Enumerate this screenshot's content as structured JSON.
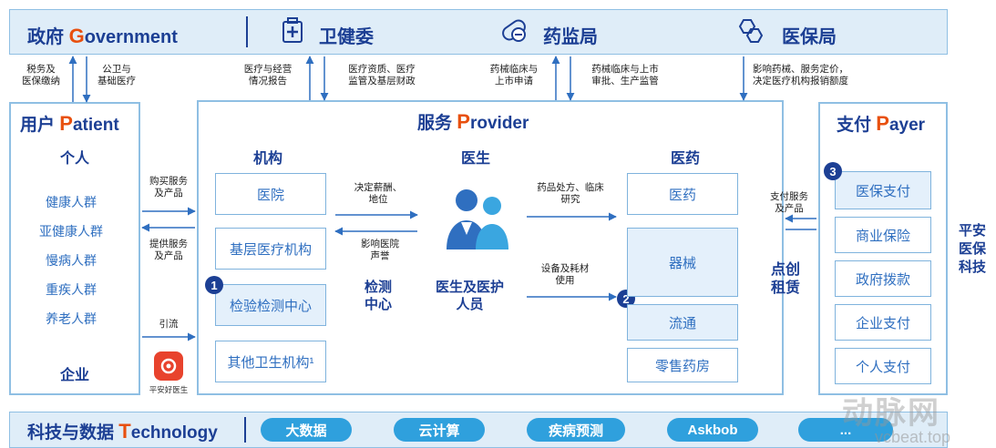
{
  "gov": {
    "title": "政府",
    "title_cap": "G",
    "title_rest": "overnment",
    "agency1": "卫健委",
    "agency2": "药监局",
    "agency3": "医保局"
  },
  "flows_top": {
    "tax": "税务及\n医保缴纳",
    "public_health": "公卫与\n基础医疗",
    "reports": "医疗与经营\n情况报告",
    "qualification": "医疗资质、医疗\n监管及基层财政",
    "drug_trial": "药械临床与\n上市申请",
    "drug_approval": "药械临床与上市\n审批、生产监管",
    "pricing": "影响药械、服务定价，\n决定医疗机构报销额度"
  },
  "patient": {
    "title": "用户",
    "title_cap": "P",
    "title_rest": "atient",
    "individual": "个人",
    "groups": [
      "健康人群",
      "亚健康人群",
      "慢病人群",
      "重疾人群",
      "养老人群"
    ],
    "enterprise": "企业"
  },
  "provider": {
    "title": "服务",
    "title_cap": "P",
    "title_rest": "rovider",
    "col_institution": "机构",
    "col_doctor": "医生",
    "col_pharma": "医药",
    "institutions": [
      "医院",
      "基层医疗机构",
      "检验检测中心",
      "其他卫生机构¹"
    ],
    "decide_salary": "决定薪酬、\n地位",
    "reputation": "影响医院\n声誉",
    "inspection": "检测\n中心",
    "doctor_label": "医生及医护\n人员",
    "prescription": "药品处方、临床\n研究",
    "equipment_use": "设备及耗材\n使用",
    "pharma_items": [
      "医药",
      "器械",
      "流通",
      "零售药房"
    ]
  },
  "side_flows": {
    "buy": "购买服务\n及产品",
    "provide": "提供服务\n及产品",
    "guide": "引流",
    "app_name": "平安好医生",
    "pay_services": "支付服务\n及产品",
    "innovation": "点创\n租赁"
  },
  "payer": {
    "title": "支付",
    "title_cap": "P",
    "title_rest": "ayer",
    "items": [
      "医保支付",
      "商业保险",
      "政府拨款",
      "企业支付",
      "个人支付"
    ]
  },
  "brand": "平安\n医保\n科技",
  "badges": [
    "1",
    "2",
    "3"
  ],
  "tech": {
    "title": "科技与数据",
    "title_cap": "T",
    "title_rest": "echnology",
    "pills": [
      "大数据",
      "云计算",
      "疾病预测",
      "Askbob",
      "..."
    ]
  },
  "watermark": "动脉网",
  "watermark_url": "vcbeat.top",
  "icons": [
    "health-bureau-icon",
    "drug-admin-icon",
    "medical-insurance-icon",
    "doctors-icon",
    "app-logo-icon"
  ],
  "colors": {
    "accent": "#e8500f",
    "navy": "#1c3f94",
    "blue": "#2f6fc0",
    "pill": "#2fa0dd",
    "bar": "#dfedf8"
  }
}
